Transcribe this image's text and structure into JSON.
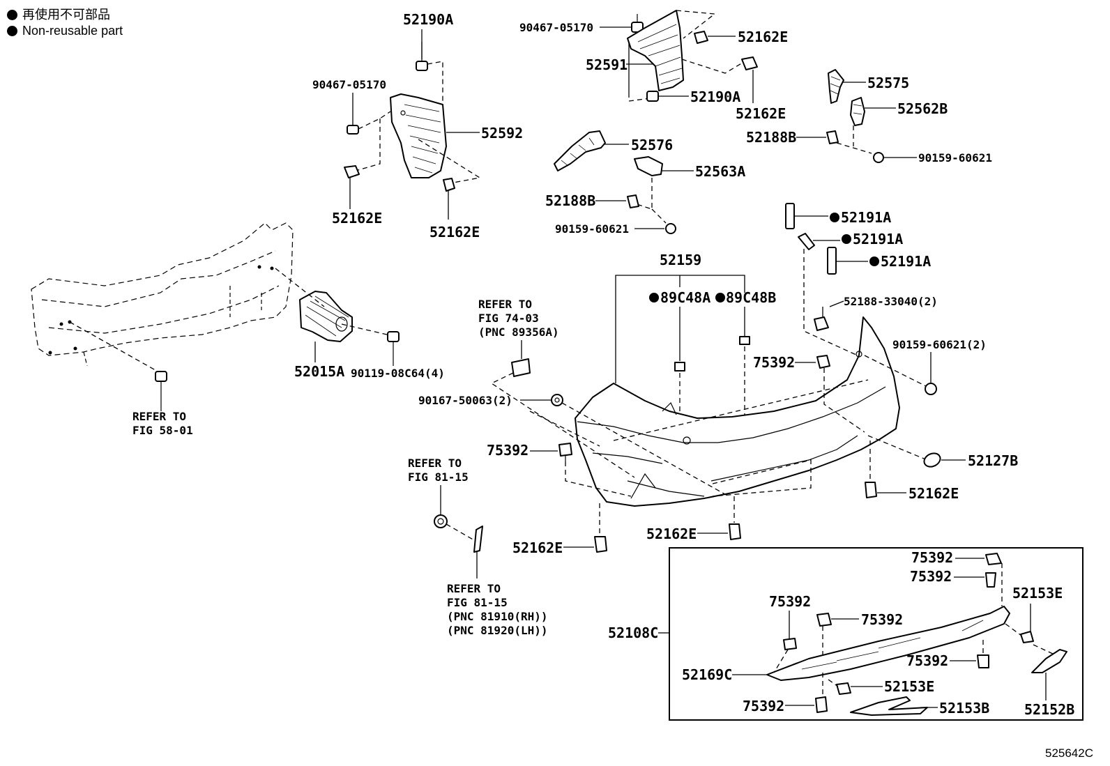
{
  "legend": {
    "line_1": "再使用不可部品",
    "line_2": "Non-reusable part"
  },
  "figure_code": "525642C",
  "callouts": {
    "p52190A_top": "52190A",
    "p90467_left": "90467-05170",
    "p52592": "52592",
    "p52162E_a": "52162E",
    "p52162E_b": "52162E",
    "p90467_top": "90467-05170",
    "p52162E_top": "52162E",
    "p52591": "52591",
    "p52190A_right": "52190A",
    "p52162E_c": "52162E",
    "p52575": "52575",
    "p52562B": "52562B",
    "p52188B_right": "52188B",
    "p90159_right": "90159-60621",
    "p52576": "52576",
    "p52563A": "52563A",
    "p52188B_mid": "52188B",
    "p90159_mid": "90159-60621",
    "p52191A_1": "52191A",
    "p52191A_2": "52191A",
    "p52191A_3": "52191A",
    "p52159": "52159",
    "p89C48A": "89C48A",
    "p89C48B": "89C48B",
    "p52188_33040": "52188-33040(2)",
    "p90159_2": "90159-60621(2)",
    "p52015A": "52015A",
    "p90119": "90119-08C64(4)",
    "p75392_a": "75392",
    "p90167": "90167-50063(2)",
    "p75392_b": "75392",
    "p52127B": "52127B",
    "p52162E_d": "52162E",
    "p52162E_e": "52162E",
    "p52162E_f": "52162E",
    "p75392_c": "75392",
    "p75392_d": "75392",
    "p52153E_a": "52153E",
    "p75392_e": "75392",
    "p75392_f": "75392",
    "p52108C": "52108C",
    "p52169C": "52169C",
    "p75392_g": "75392",
    "p52153E_b": "52153E",
    "p75392_h": "75392",
    "p52153B": "52153B",
    "p52152B": "52152B"
  },
  "references": {
    "ref_58": [
      "REFER TO",
      "FIG 58-01"
    ],
    "ref_74": [
      "REFER TO",
      "FIG 74-03",
      "(PNC 89356A)"
    ],
    "ref_81_upper": [
      "REFER TO",
      "FIG 81-15"
    ],
    "ref_81_lower": [
      "REFER TO",
      "FIG 81-15",
      "(PNC 81910(RH))",
      "(PNC 81920(LH))"
    ]
  },
  "non_reusable_marker": "●"
}
